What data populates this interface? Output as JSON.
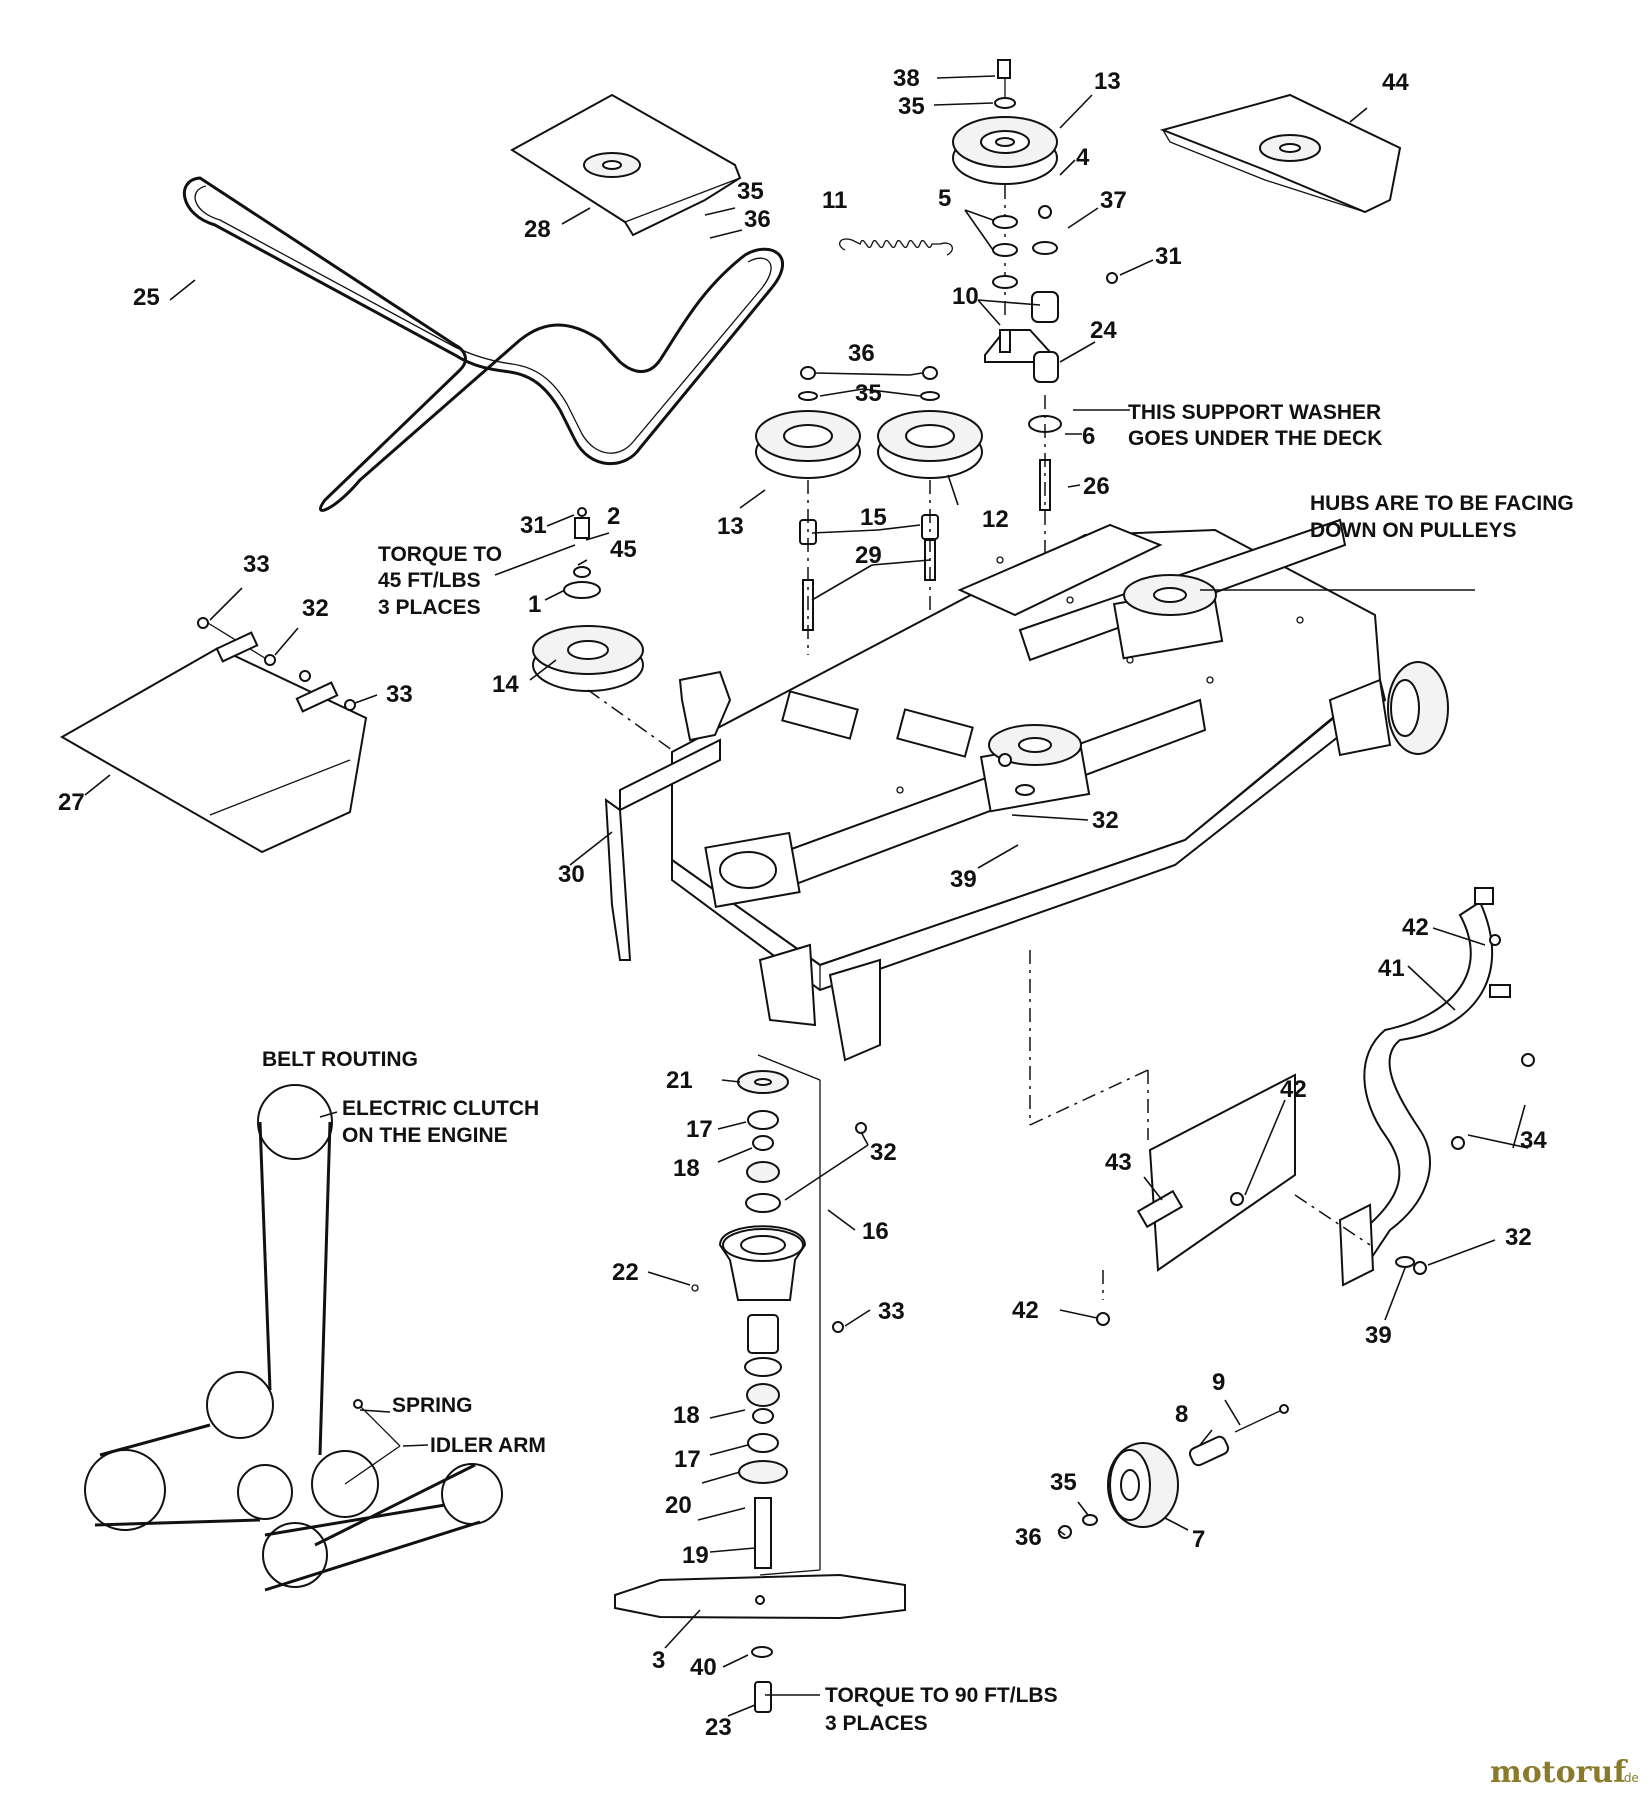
{
  "callouts": {
    "n1": "1",
    "n2": "2",
    "n3": "3",
    "n4": "4",
    "n5": "5",
    "n6": "6",
    "n7": "7",
    "n8": "8",
    "n9": "9",
    "n10": "10",
    "n11": "11",
    "n12": "12",
    "n13a": "13",
    "n13b": "13",
    "n14": "14",
    "n15": "15",
    "n16": "16",
    "n17a": "17",
    "n17b": "17",
    "n18a": "18",
    "n18b": "18",
    "n19": "19",
    "n20": "20",
    "n21": "21",
    "n22": "22",
    "n23": "23",
    "n24": "24",
    "n25": "25",
    "n26": "26",
    "n27": "27",
    "n28": "28",
    "n29": "29",
    "n30": "30",
    "n31a": "31",
    "n31b": "31",
    "n32a": "32",
    "n32b": "32",
    "n32c": "32",
    "n32d": "32",
    "n33a": "33",
    "n33b": "33",
    "n33c": "33",
    "n34": "34",
    "n35a": "35",
    "n35b": "35",
    "n35c": "35",
    "n35d": "35",
    "n36a": "36",
    "n36b": "36",
    "n36c": "36",
    "n37": "37",
    "n38": "38",
    "n39a": "39",
    "n39b": "39",
    "n40": "40",
    "n41": "41",
    "n42a": "42",
    "n42b": "42",
    "n42c": "42",
    "n43": "43",
    "n44": "44",
    "n45": "45"
  },
  "notes": {
    "support_washer_1": "THIS SUPPORT WASHER",
    "support_washer_2": "GOES UNDER THE DECK",
    "hubs_1": "HUBS ARE TO BE FACING",
    "hubs_2": "DOWN ON PULLEYS",
    "torque45_1": "TORQUE TO",
    "torque45_2": "45 FT/LBS",
    "torque45_3": "3 PLACES",
    "torque90_1": "TORQUE TO 90 FT/LBS",
    "torque90_2": "3 PLACES",
    "belt_routing": "BELT ROUTING",
    "clutch_1": "ELECTRIC CLUTCH",
    "clutch_2": "ON THE ENGINE",
    "spring": "SPRING",
    "idler_arm": "IDLER ARM"
  },
  "watermark": {
    "text": "motoruf",
    "suffix": ".de"
  }
}
